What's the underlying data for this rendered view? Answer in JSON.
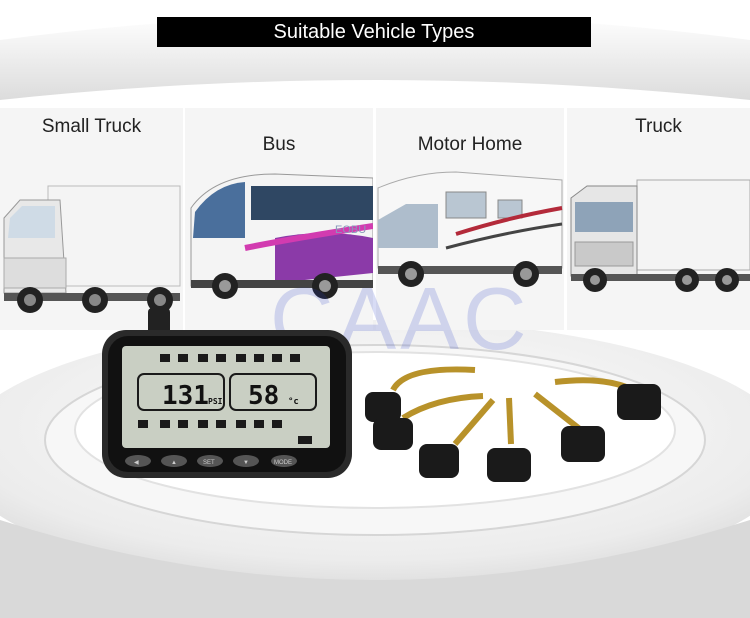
{
  "header": {
    "title": "Suitable Vehicle Types"
  },
  "vehicles": [
    {
      "label": "Small Truck",
      "icon": "small-truck-image"
    },
    {
      "label": "Bus",
      "icon": "bus-image",
      "decal": "EOBU"
    },
    {
      "label": "Motor Home",
      "icon": "motor-home-image"
    },
    {
      "label": "Truck",
      "icon": "truck-image"
    }
  ],
  "watermark": "CAAC",
  "monitor": {
    "pressure": "131",
    "pressure_unit": "PSI",
    "temperature": "58",
    "temperature_unit": "°c",
    "buttons": [
      "◀",
      "▲",
      "SET",
      "▼",
      "MODE"
    ]
  },
  "colors": {
    "title_bg": "#000000",
    "title_text": "#ffffff",
    "stage": "#e9e9e9",
    "watermark": "#2b3dc8"
  }
}
